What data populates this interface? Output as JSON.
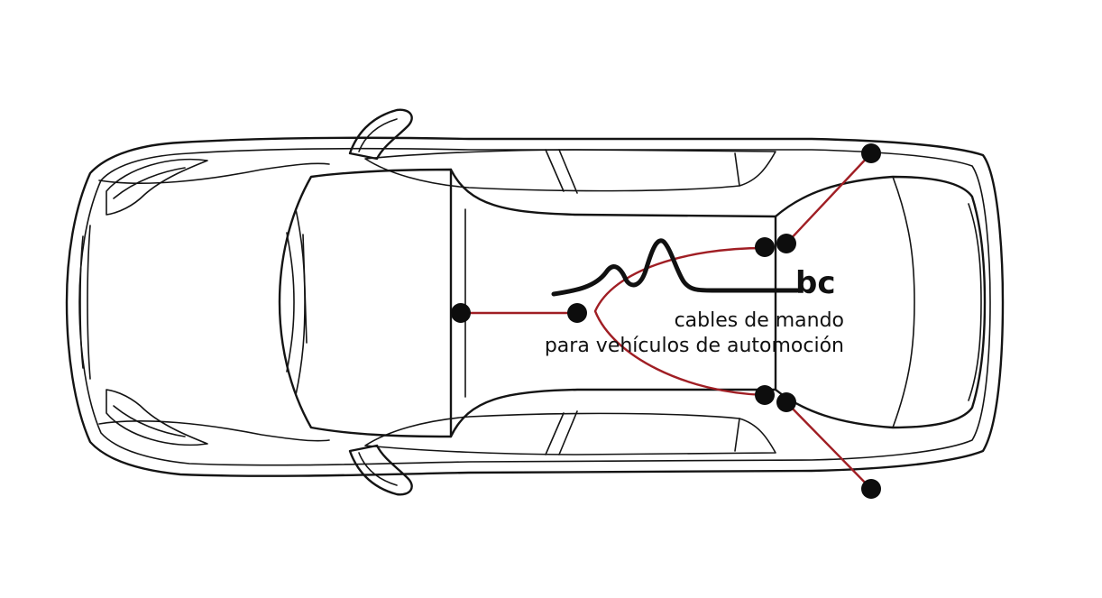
{
  "brand": {
    "logo_text": "bc",
    "caption_line1": "cables de mando",
    "caption_line2": "para vehículos de automoción"
  },
  "colors": {
    "cable": "#a01e24",
    "outline": "#141414",
    "node": "#0d0d0d",
    "background": "#ffffff"
  }
}
